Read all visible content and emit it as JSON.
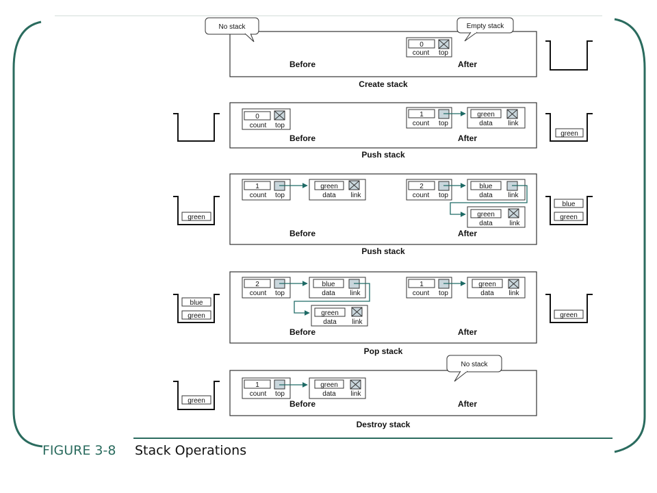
{
  "caption": {
    "number": "FIGURE 3-8",
    "title": "Stack Operations"
  },
  "labels": {
    "before": "Before",
    "after": "After",
    "count": "count",
    "top": "top",
    "data": "data",
    "link": "link"
  },
  "bubbles": {
    "no_stack": "No stack",
    "empty_stack": "Empty stack"
  },
  "operations": [
    {
      "name": "Create stack"
    },
    {
      "name": "Push stack"
    },
    {
      "name": "Push stack"
    },
    {
      "name": "Pop stack"
    },
    {
      "name": "Destroy stack"
    }
  ],
  "values": {
    "zero": "0",
    "one": "1",
    "two": "2",
    "green": "green",
    "blue": "blue"
  },
  "colors": {
    "frame": "#2a6b5e",
    "arrow": "#1f6b66",
    "cell_fill": "#c9d6dc",
    "panel_border": "#333333"
  }
}
